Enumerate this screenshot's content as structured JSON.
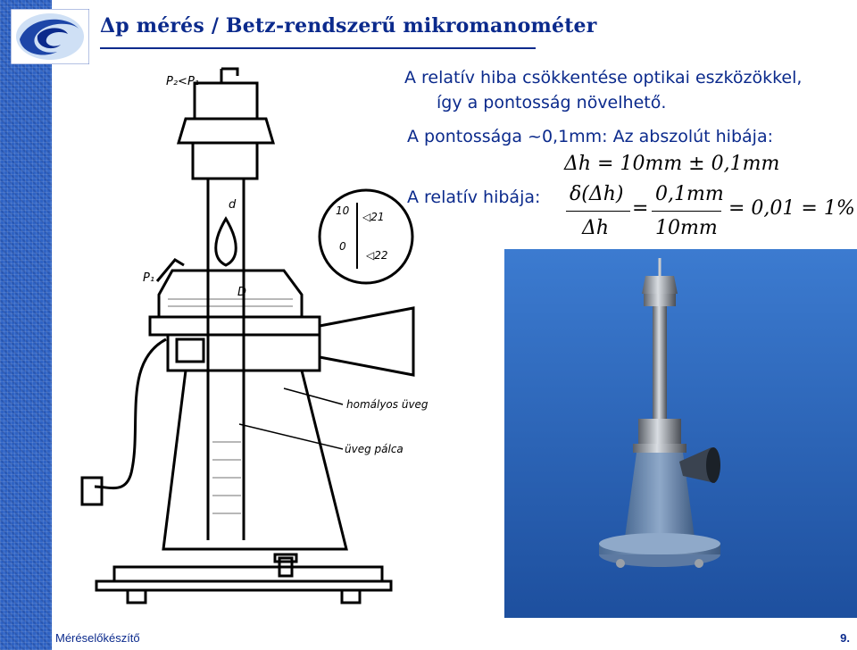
{
  "slide": {
    "title": "Δp mérés / Betz-rendszerű mikromanométer",
    "line1": "A relatív hiba csökkentése optikai eszközökkel,",
    "line2": "így a pontosság növelhető.",
    "line3": "A pontossága ~0,1mm: Az abszolút hibája:",
    "relative_label": "A relatív hibája:",
    "eq_abs": "Δh = 10mm ± 0,1mm",
    "eq_rel_num": "δ(Δh)",
    "eq_rel_den": "Δh",
    "eq_eq1": "=",
    "eq_num2": "0,1mm",
    "eq_den2": "10mm",
    "eq_tail": "= 0,01 = 1%",
    "footer_left": "Méréselőkészítő",
    "page_number": "9."
  },
  "drawing": {
    "label_p2p1": "P₂<P₁",
    "label_p1": "P₁",
    "label_d": "d",
    "label_D": "D",
    "scale_10": "10",
    "scale_0": "0",
    "scale_21": "◁21",
    "scale_22": "◁22",
    "label_homalyos": "homályos üveg",
    "label_uveg": "üveg pálca"
  },
  "colors": {
    "accent": "#0b2a8c",
    "sidebar": "#2f63c4",
    "photo_bg": "#2b66b8"
  }
}
